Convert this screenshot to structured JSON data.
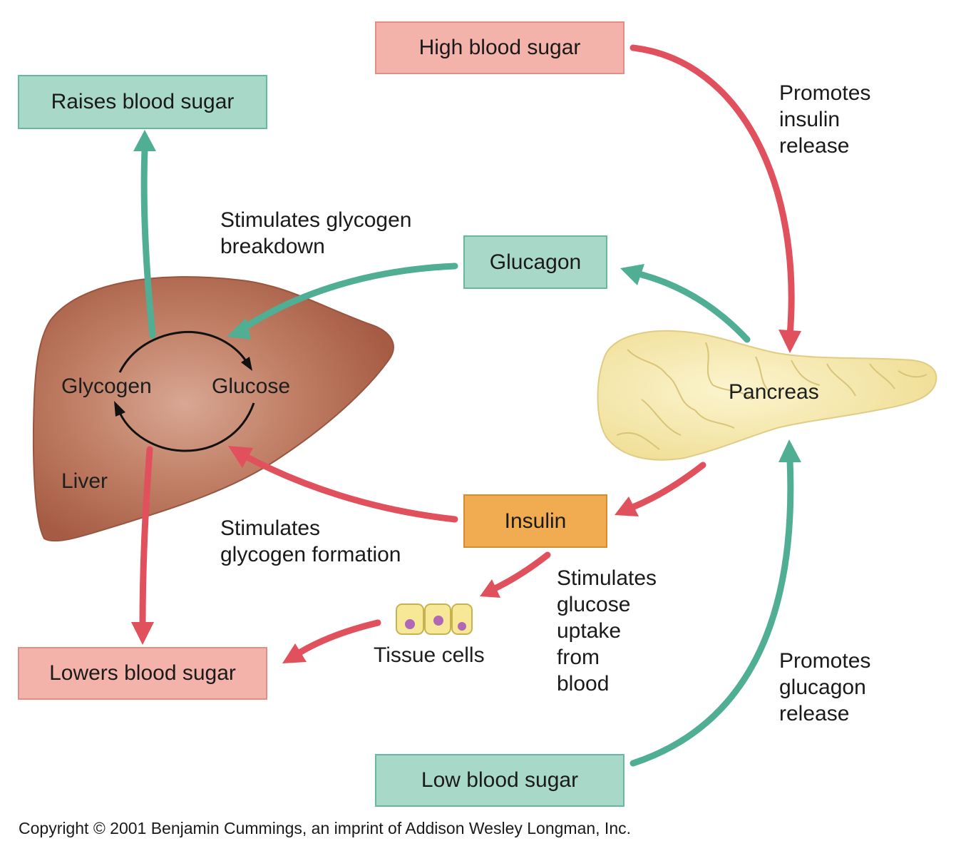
{
  "boxes": {
    "high_blood_sugar": "High blood sugar",
    "raises_blood_sugar": "Raises blood sugar",
    "glucagon": "Glucagon",
    "insulin": "Insulin",
    "lowers_blood_sugar": "Lowers blood sugar",
    "low_blood_sugar": "Low blood sugar"
  },
  "organs": {
    "liver": "Liver",
    "pancreas": "Pancreas",
    "glycogen": "Glycogen",
    "glucose": "Glucose",
    "tissue_cells": "Tissue cells"
  },
  "labels": {
    "promotes_insulin_release": [
      "Promotes",
      "insulin",
      "release"
    ],
    "stimulates_glycogen_breakdown": [
      "Stimulates glycogen",
      "breakdown"
    ],
    "stimulates_glycogen_formation": [
      "Stimulates",
      "glycogen formation"
    ],
    "stimulates_glucose_uptake": [
      "Stimulates",
      "glucose",
      "uptake",
      "from",
      "blood"
    ],
    "promotes_glucagon_release": [
      "Promotes",
      "glucagon",
      "release"
    ]
  },
  "copyright": "Copyright © 2001 Benjamin Cummings, an imprint of Addison Wesley Longman, Inc.",
  "colors": {
    "red_arrow": "#e0515d",
    "green_arrow": "#4fae93",
    "liver": "#b46a52",
    "pancreas": "#f7e9a8",
    "cell": "#f6e896",
    "nucleus": "#b067b6"
  }
}
